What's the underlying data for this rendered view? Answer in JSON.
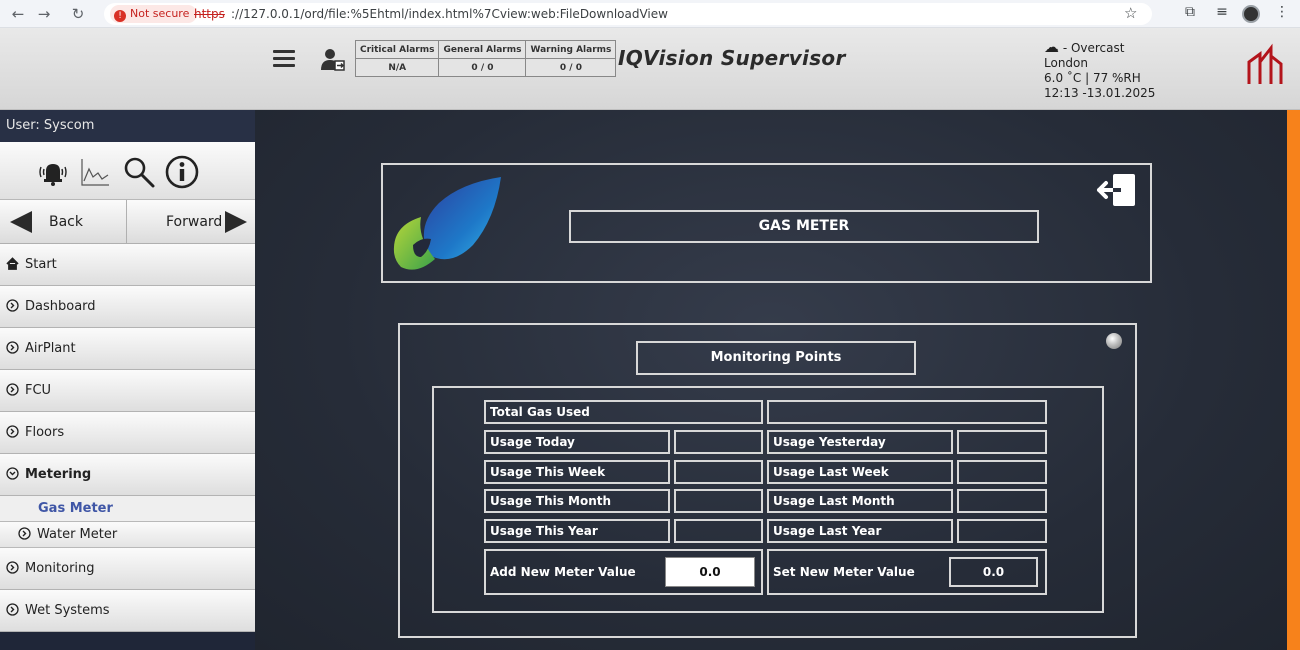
{
  "browser": {
    "not_secure": "Not secure",
    "url_scheme": "https",
    "url_rest": "://127.0.0.1/ord/file:%5Ehtml/index.html%7Cview:web:FileDownloadView"
  },
  "header": {
    "alarms": {
      "headers": [
        "Critical Alarms",
        "General Alarms",
        "Warning Alarms"
      ],
      "values": [
        "N/A",
        "0 / 0",
        "0 / 0"
      ]
    },
    "title": "IQVision Supervisor",
    "weather": {
      "condition": " - Overcast",
      "city": "London",
      "temp_humidity": "6.0 ˚C | 77 %RH",
      "datetime": "12:13 -13.01.2025"
    }
  },
  "sidebar": {
    "user": "User: Syscom",
    "back": "Back",
    "forward": "Forward",
    "items": [
      {
        "label": "Start"
      },
      {
        "label": "Dashboard"
      },
      {
        "label": "AirPlant"
      },
      {
        "label": "FCU"
      },
      {
        "label": "Floors"
      },
      {
        "label": "Metering"
      },
      {
        "label": "Gas Meter"
      },
      {
        "label": "Water Meter"
      },
      {
        "label": "Monitoring"
      },
      {
        "label": "Wet Systems"
      }
    ]
  },
  "main": {
    "page_title": "GAS METER",
    "monitoring": {
      "title": "Monitoring Points",
      "total_label": "Total Gas Used",
      "left_labels": [
        "Usage Today",
        "Usage This Week",
        "Usage This Month",
        "Usage This Year"
      ],
      "right_labels": [
        "Usage Yesterday",
        "Usage Last Week",
        "Usage Last Month",
        "Usage Last Year"
      ],
      "add_label": "Add New Meter Value",
      "add_value": "0.0",
      "set_label": "Set New Meter Value",
      "set_value": "0.0"
    }
  },
  "colors": {
    "accent_orange": "#f7821b",
    "sidebar_dark": "#1f2638",
    "active_link": "#3f56a6",
    "logo_red": "#b3141b"
  }
}
